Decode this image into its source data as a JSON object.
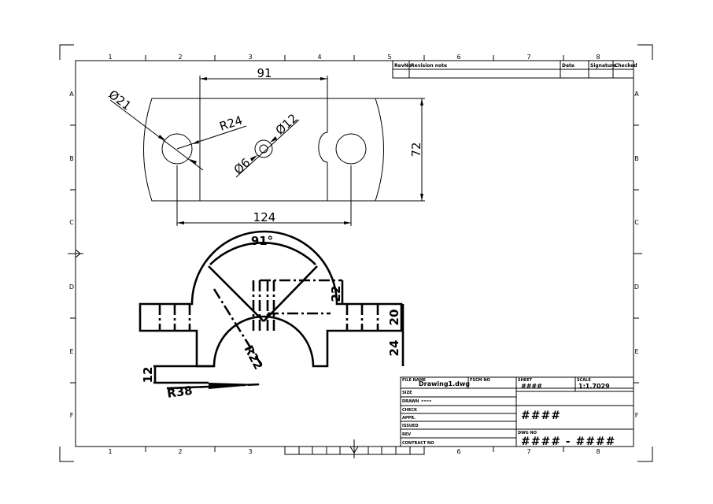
{
  "grid": {
    "columns": [
      "1",
      "2",
      "3",
      "4",
      "5",
      "6",
      "7",
      "8"
    ],
    "rows": [
      "A",
      "B",
      "C",
      "D",
      "E",
      "F"
    ]
  },
  "revision_table": {
    "headers": [
      "RevNo",
      "Revision note",
      "Date",
      "Signature",
      "Checked"
    ]
  },
  "top_view": {
    "dims": {
      "d91": "91",
      "d72": "72",
      "d124": "124",
      "dia21": "Ø21",
      "r24": "R24",
      "dia12": "Ø12",
      "dia6": "Ø6"
    }
  },
  "front_view": {
    "dims": {
      "angle": "91°",
      "d22": "22",
      "d20": "20",
      "d24": "24",
      "r22": "R22",
      "d12": "12",
      "r38": "R38"
    }
  },
  "title_block": {
    "file_name_label": "FILE NAME",
    "file_name": "Drawing1.dwg",
    "fscm_label": "FSCM NO",
    "sheet_label": "SHEET",
    "sheet_value": "####",
    "scale_label": "SCALE",
    "scale_value": "1:1.7029",
    "size_label": "SIZE",
    "drawn_label": "DRAWN",
    "drawn_value": "----",
    "check_label": "CHECK",
    "appr_label": "APPR.",
    "issued_label": "ISSUED",
    "rev_label": "REV",
    "contract_label": "CONTRACT NO",
    "title_value": "####",
    "dwg_no_label": "DWG NO",
    "dwg_no_value": "#### - ####"
  }
}
